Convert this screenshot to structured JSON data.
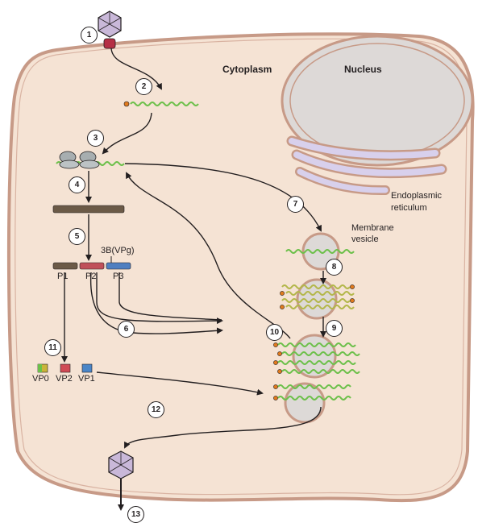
{
  "labels": {
    "cytoplasm": "Cytoplasm",
    "nucleus": "Nucleus",
    "er_line1": "Endoplasmic",
    "er_line2": "reticulum",
    "vesicle_line1": "Membrane",
    "vesicle_line2": "vesicle",
    "vpg": "3B(VPg)",
    "p1": "P1",
    "p2": "P2",
    "p3": "P3",
    "vp0": "VP0",
    "vp2": "VP2",
    "vp1": "VP1"
  },
  "steps": [
    "1",
    "2",
    "3",
    "4",
    "5",
    "6",
    "7",
    "8",
    "9",
    "10",
    "11",
    "12",
    "13"
  ],
  "colors": {
    "cell_fill": "#f5e3d4",
    "membrane": "#c79a87",
    "nucleus_fill": "#ddd9d7",
    "er_fill": "#d8d0ec",
    "rna": "#6cc04a",
    "polyprotein": "#6b5a47",
    "p2": "#c0505a",
    "p3": "#4f7fc0",
    "vp0": "#c9b43a",
    "vp2": "#d04a55",
    "vp1": "#4a86c8",
    "virion": "#c9b8d9",
    "receptor": "#b52f45",
    "vpg_dot": "#e07a1e"
  }
}
